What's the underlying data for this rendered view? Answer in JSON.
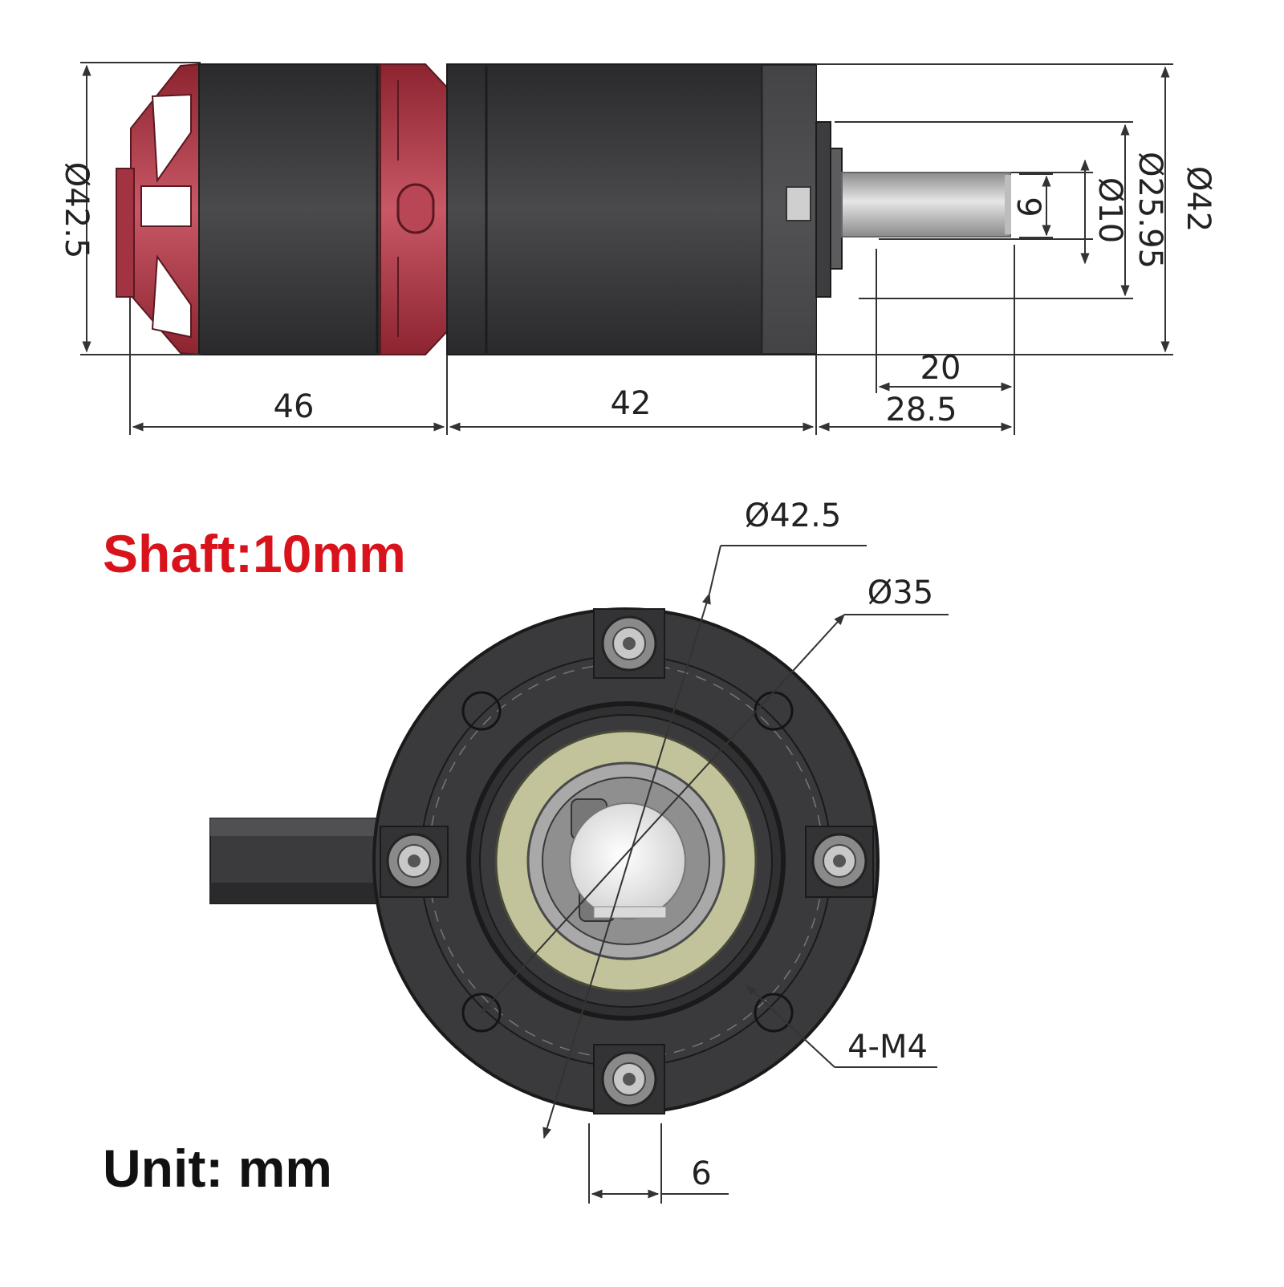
{
  "colors": {
    "accent_red": "#d9131b",
    "label_black": "#111111",
    "motor_body": "#3c3c3e",
    "motor_cap_red": "#b53a48",
    "bearing_ring": "#c2c39b",
    "dimension_line": "#333333"
  },
  "callouts": {
    "shaft": "Shaft:10mm",
    "unit": "Unit: mm"
  },
  "side_view": {
    "dimensions": {
      "motor_diameter": "Ø42.5",
      "motor_length": "46",
      "gearbox_length": "42",
      "gearbox_diameter": "Ø42",
      "boss_diameter": "Ø25.95",
      "shaft_diameter": "Ø10",
      "shaft_flat": "9",
      "shaft_length": "20",
      "shaft_total_length": "28.5"
    }
  },
  "front_view": {
    "dimensions": {
      "outer_diameter": "Ø42.5",
      "bolt_circle": "Ø35",
      "mount_holes": "4-M4",
      "connector_width": "6"
    }
  }
}
